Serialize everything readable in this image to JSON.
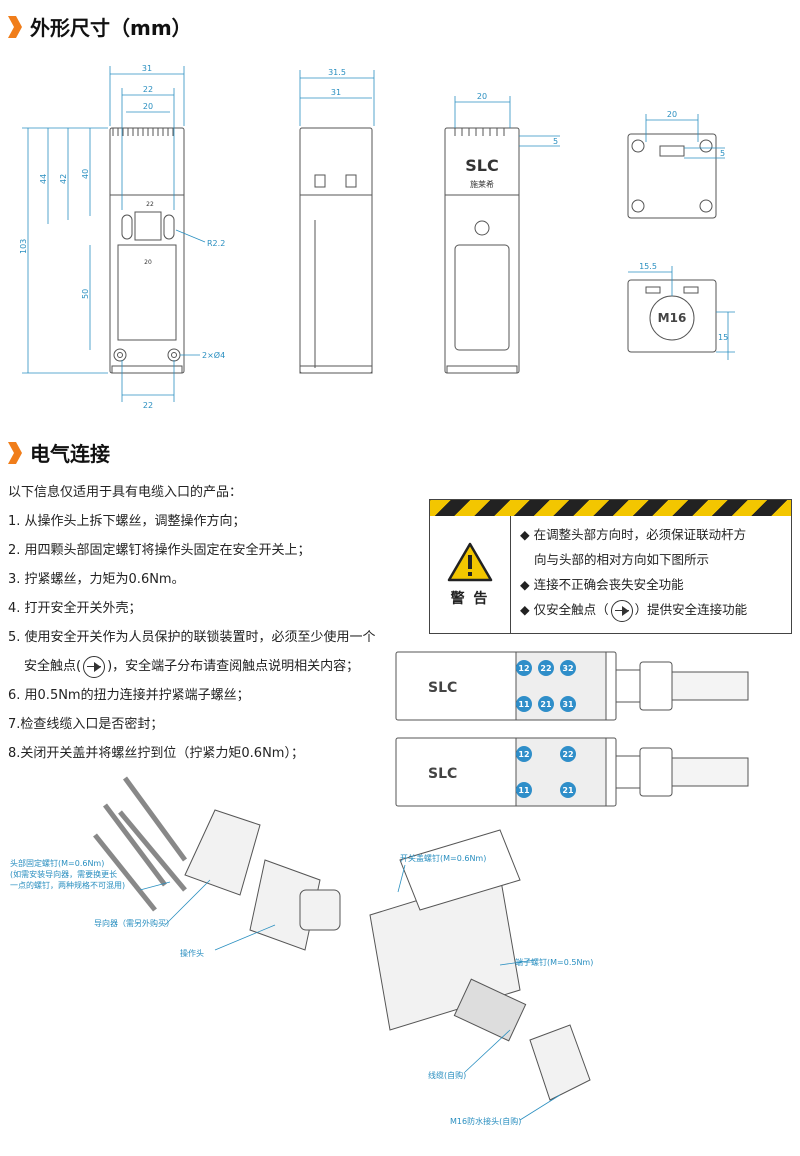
{
  "sections": {
    "dimensions_title": "外形尺寸（mm）",
    "electrical_title": "电气连接"
  },
  "brand": {
    "logo_text": "SLC",
    "brand_cn": "施莱希"
  },
  "dimensions": {
    "front": {
      "w31": "31",
      "w22": "22",
      "w20": "20",
      "h103": "103",
      "h44": "44",
      "h42": "42",
      "h40": "40",
      "h50": "50",
      "r": "R2.2",
      "holes": "2×Ø4",
      "inner22": "22",
      "inner20": "20",
      "bottom22": "22"
    },
    "side": {
      "w31_5": "31.5",
      "w31": "31"
    },
    "head_side": {
      "w20": "20",
      "h5": "5"
    },
    "top": {
      "w20": "20",
      "h5": "5"
    },
    "bottom": {
      "w15_5": "15.5",
      "h15": "15",
      "thread": "M16"
    }
  },
  "intro": "以下信息仅适用于具有电缆入口的产品：",
  "steps": [
    "1. 从操作头上拆下螺丝，调整操作方向；",
    "2. 用四颗头部固定螺钉将操作头固定在安全开关上；",
    "3. 拧紧螺丝，力矩为0.6Nm。",
    "4. 打开安全开关外壳；",
    "5. 使用安全开关作为人员保护的联锁装置时，必须至少使用一个",
    "6. 用0.5Nm的扭力连接并拧紧端子螺丝；",
    "7.检查线缆入口是否密封；",
    "8.关闭开关盖并将螺丝拧到位（拧紧力矩0.6Nm）；"
  ],
  "step5_cont_a": "安全触点(",
  "step5_cont_b": ")，安全端子分布请查阅触点说明相关内容；",
  "warning": {
    "label": "警 告",
    "items": [
      "◆ 在调整头部方向时，必须保证联动杆方",
      "向与头部的相对方向如下图所示",
      "◆ 连接不正确会丧失安全功能",
      "◆ 仅安全触点（",
      "）提供安全连接功能"
    ]
  },
  "terminals": {
    "a_top": [
      "12",
      "22",
      "32"
    ],
    "a_bottom": [
      "11",
      "21",
      "31"
    ],
    "b_top": [
      "12",
      "22"
    ],
    "b_bottom": [
      "11",
      "21"
    ]
  },
  "callouts": {
    "head_screw": [
      "头部固定螺钉(M=0.6Nm)",
      "(如需安装导向器，需要换更长",
      "一点的螺钉，两种规格不可混用)"
    ],
    "guide": "导向器（需另外购买）",
    "actuator_head": "操作头",
    "cover_screw": "开关盖螺钉(M=0.6Nm)",
    "terminal_screw": "端子螺钉(M=0.5Nm)",
    "cable": "线缆(自购)",
    "m16": "M16防水接头(自购)"
  },
  "colors": {
    "accent": "#f07d1a",
    "dim": "#2a8fc0",
    "terminal": "#2f8ec9",
    "warn_yellow": "#f3c600"
  }
}
